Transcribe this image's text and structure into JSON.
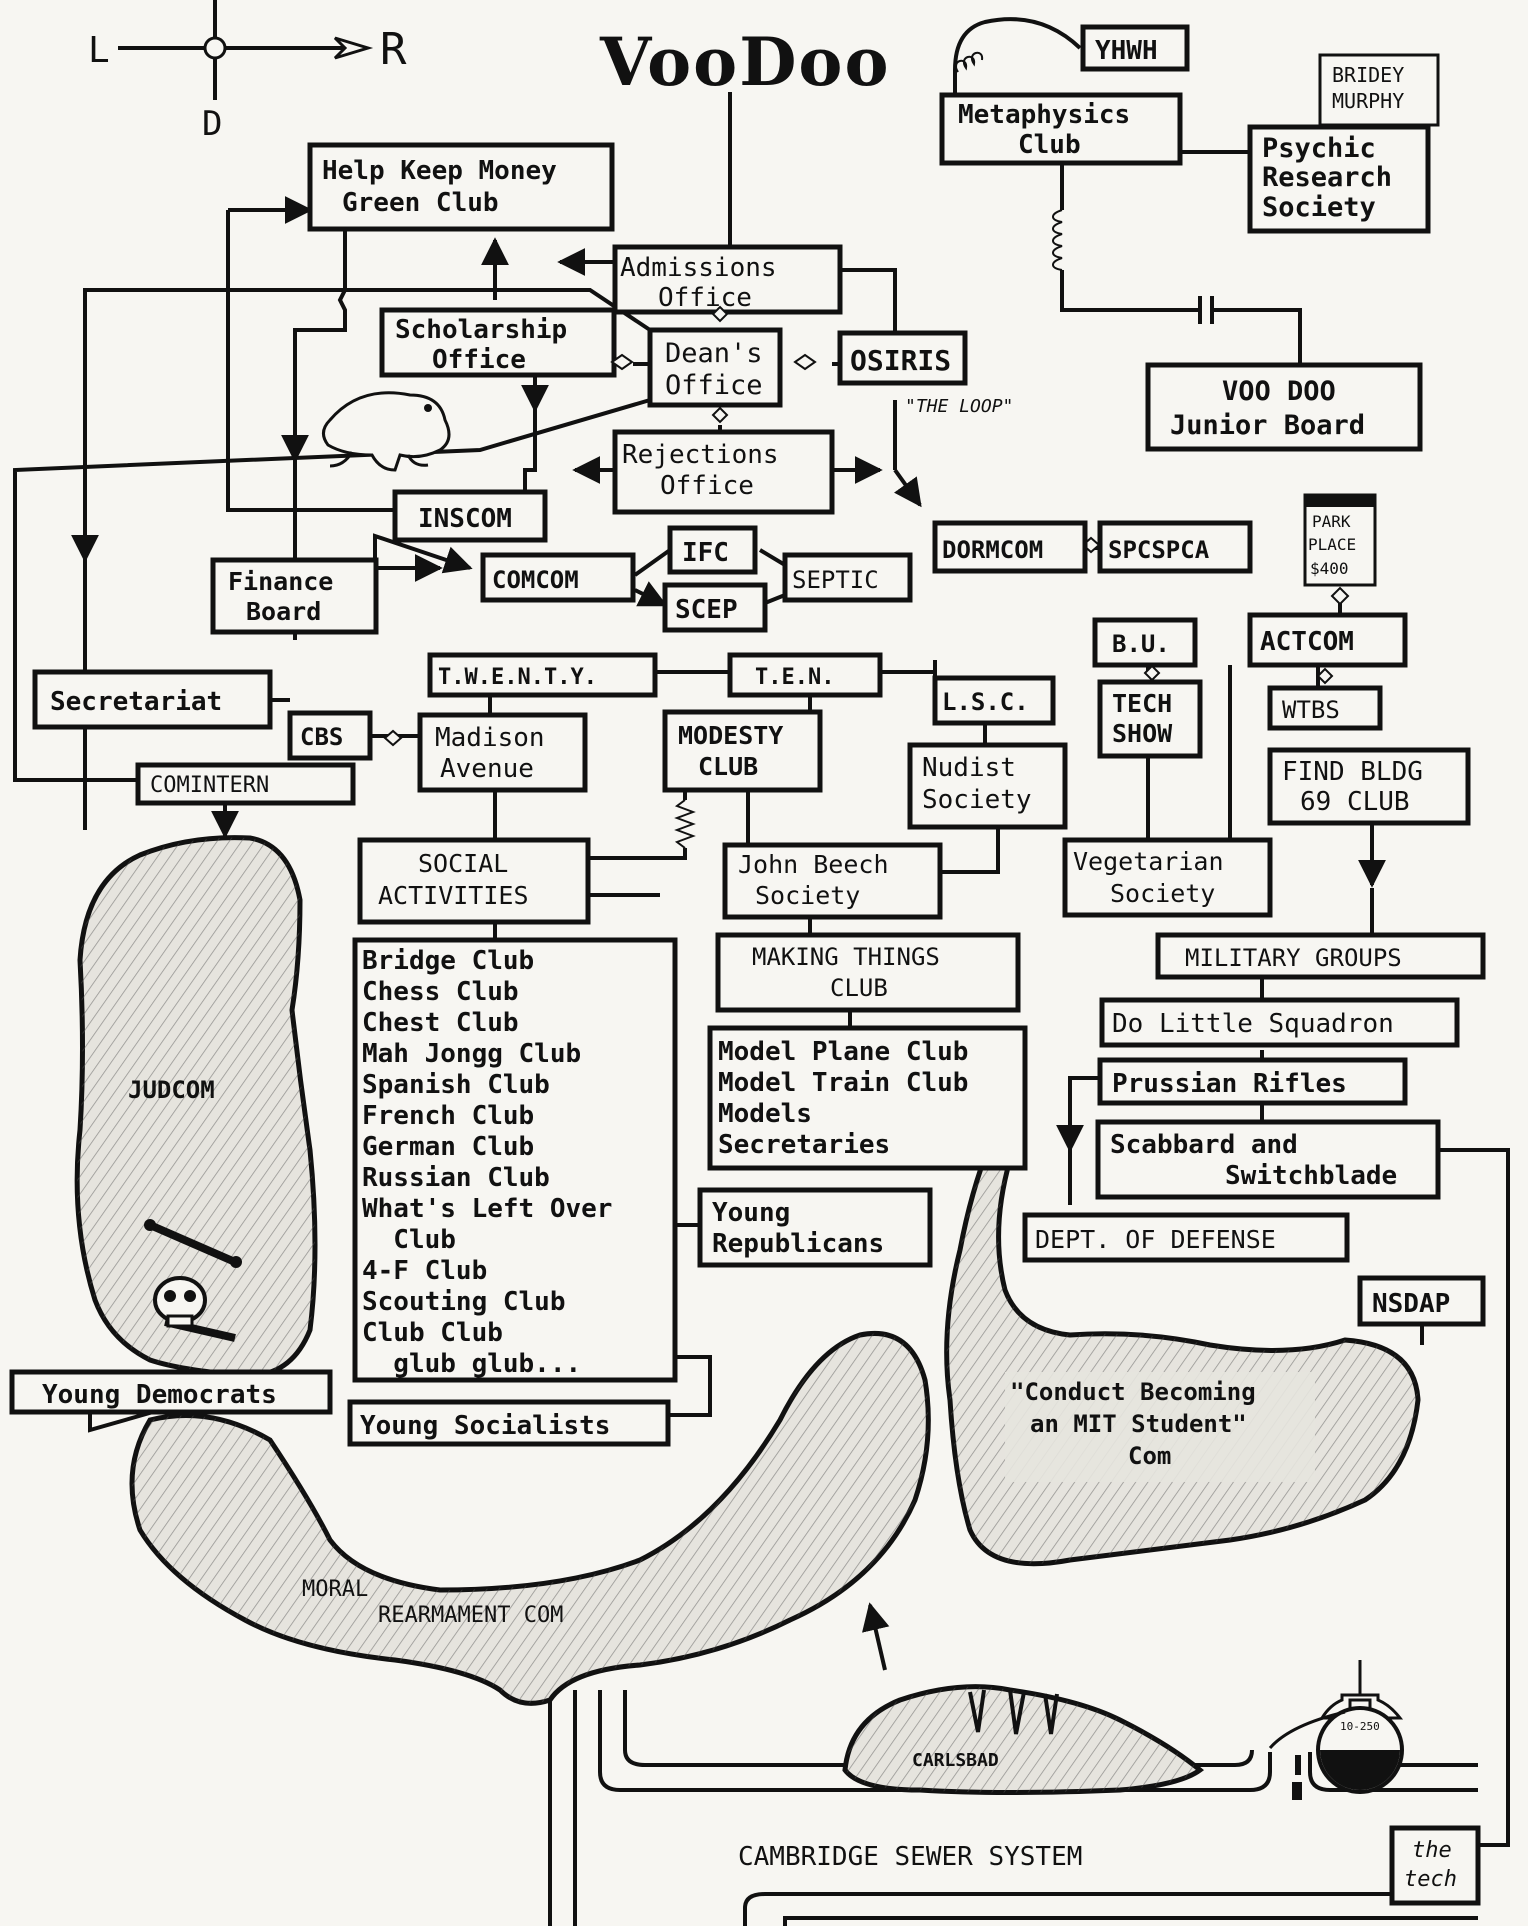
{
  "title": "VooDoo",
  "compass": {
    "left": "L",
    "right": "R",
    "down": "D"
  },
  "nodes": {
    "yhwh": "YHWH",
    "bridey_murphy": [
      "BRIDEY",
      "MURPHY"
    ],
    "metaphysics_club": [
      "Metaphysics",
      "Club"
    ],
    "psychic_research": [
      "Psychic",
      "Research",
      "Society"
    ],
    "help_keep_money": [
      "Help Keep Money",
      "Green Club"
    ],
    "admissions_office": [
      "Admissions",
      "Office"
    ],
    "scholarship_office": [
      "Scholarship",
      "Office"
    ],
    "deans_office": [
      "Dean's",
      "Office"
    ],
    "osiris": "OSIRIS",
    "the_loop": "\"THE LOOP\"",
    "voodoo_junior_board": [
      "VOO DOO",
      "Junior Board"
    ],
    "rejections_office": [
      "Rejections",
      "Office"
    ],
    "inscom": "INSCOM",
    "dormcom": "DORMCOM",
    "spcspca": "SPCSPCA",
    "park_place": [
      "PARK",
      "PLACE",
      "$400"
    ],
    "finance_board": [
      "Finance",
      "Board"
    ],
    "comcom": "COMCOM",
    "ifc": "IFC",
    "septic": "SEPTIC",
    "scep": "SCEP",
    "bu": "B.U.",
    "actcom": "ACTCOM",
    "wtbs": "WTBS",
    "tech_show": [
      "TECH",
      "SHOW"
    ],
    "twenty": "T.W.E.N.T.Y.",
    "ten": "T.E.N.",
    "lsc": "L.S.C.",
    "secretariat": "Secretariat",
    "cbs": "CBS",
    "madison_avenue": [
      "Madison",
      "Avenue"
    ],
    "modesty_club": [
      "MODESTY",
      "CLUB"
    ],
    "nudist_society": [
      "Nudist",
      "Society"
    ],
    "find_bldg": [
      "FIND BLDG",
      "69 CLUB"
    ],
    "comintern": "COMINTERN",
    "social_activities": [
      "SOCIAL",
      "ACTIVITIES"
    ],
    "john_beech": [
      "John Beech",
      "Society"
    ],
    "vegetarian_society": [
      "Vegetarian",
      "Society"
    ],
    "military_groups": "MILITARY GROUPS",
    "making_things": [
      "MAKING THINGS",
      "CLUB"
    ],
    "do_little": "Do Little Squadron",
    "clubs_list": [
      "Bridge Club",
      "Chess Club",
      "Chest Club",
      "Mah Jongg Club",
      "Spanish Club",
      "French Club",
      "German Club",
      "Russian Club",
      "What's Left Over",
      "  Club",
      "4-F Club",
      "Scouting Club",
      "Club Club",
      "  glub glub..."
    ],
    "models_list": [
      "Model Plane Club",
      "Model Train Club",
      "Models",
      "Secretaries"
    ],
    "prussian_rifles": "Prussian Rifles",
    "scabbard": [
      "Scabbard and",
      "Switchblade"
    ],
    "young_republicans": [
      "Young",
      "Republicans"
    ],
    "dept_defense": "DEPT. OF DEFENSE",
    "nsdap": "NSDAP",
    "young_democrats": "Young Democrats",
    "young_socialists": "Young Socialists",
    "judcom": "JUDCOM",
    "conduct_becoming": [
      "\"Conduct Becoming",
      "an MIT Student\"",
      "Com"
    ],
    "moral_rearmament": [
      "MORAL",
      "REARMAMENT COM"
    ],
    "carlsbad": "CARLSBAD",
    "sewer": "CAMBRIDGE SEWER SYSTEM",
    "the_tech": [
      "the",
      "tech"
    ],
    "flask_label": "10-250"
  }
}
